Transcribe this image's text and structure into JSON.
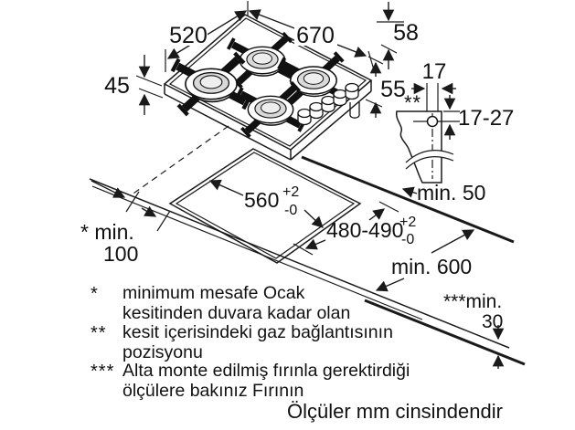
{
  "colors": {
    "ink": "#1a1a1a",
    "background": "#ffffff",
    "burner_gray": "#d9d9d9"
  },
  "diagram": {
    "dims": {
      "d520": "520",
      "d670": "670",
      "d58": "58",
      "d45": "45",
      "d55": "55",
      "d17": "17",
      "d17_27": "17-27",
      "gas_marker": "**",
      "min50": "min. 50",
      "d560": "560",
      "d560_sup": "+2",
      "d560_sub": "-0",
      "d480": "480-490",
      "d480_sup": "+2",
      "d480_sub": "-0",
      "min100_l1": "* min.",
      "min100_l2": "100",
      "min600": "min. 600",
      "min30_l1": "***min.",
      "min30_l2": "30"
    },
    "footnotes": [
      {
        "marker": "*",
        "lines": [
          "minimum mesafe Ocak",
          "kesitinden duvara kadar olan"
        ]
      },
      {
        "marker": "**",
        "lines": [
          "kesit içerisindeki gaz bağlantısının",
          "pozisyonu"
        ]
      },
      {
        "marker": "***",
        "lines": [
          "Alta monte edilmiş fırınla gerektirdiği",
          "ölçülere bakınız Fırının"
        ]
      }
    ],
    "units_note": "Ölçüler mm cinsindendir"
  }
}
